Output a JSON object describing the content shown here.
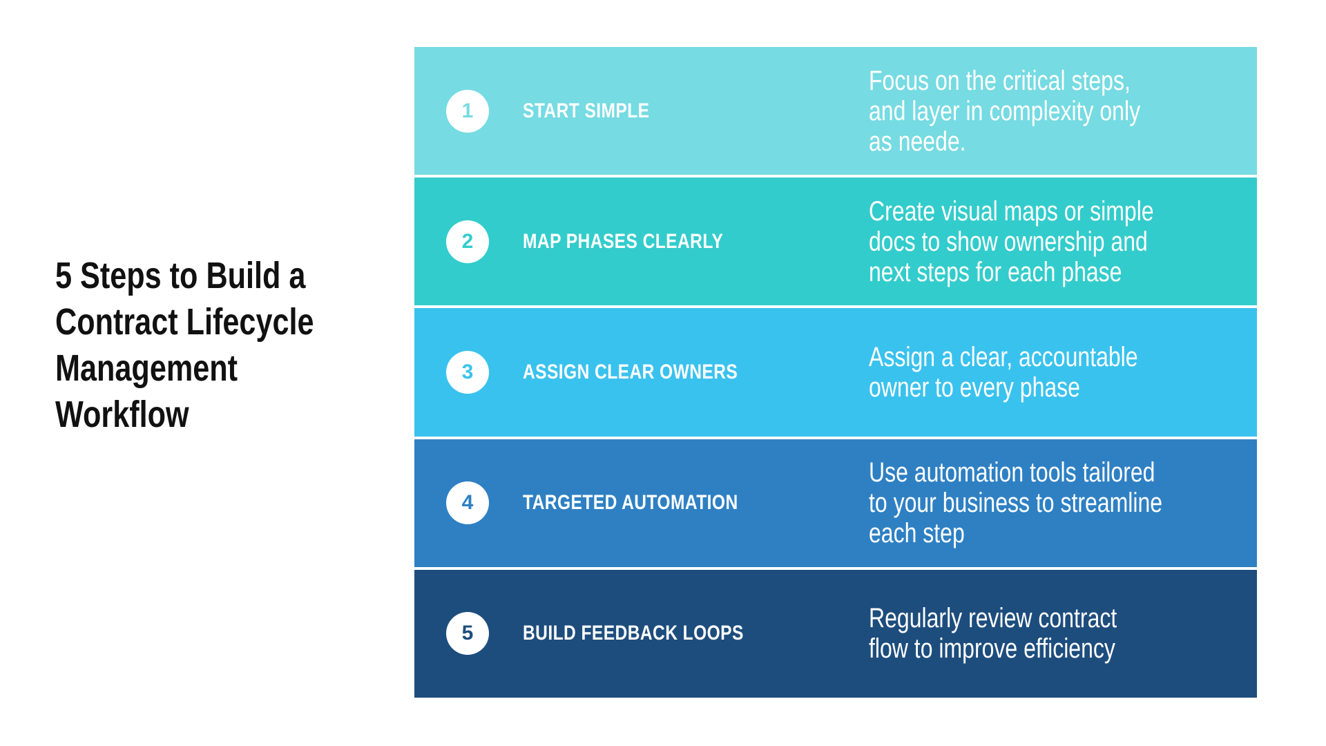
{
  "title": {
    "lines": [
      "5 Steps to Build a",
      "Contract Lifecycle",
      "Management",
      "Workflow"
    ],
    "color": "#111111"
  },
  "text_color": "#FFFFFF",
  "steps": [
    {
      "num": "1",
      "title": "START SIMPLE",
      "color": "#76DBE2",
      "desc": [
        "Focus on the critical steps,",
        "and layer in complexity only",
        "as neede."
      ]
    },
    {
      "num": "2",
      "title": "MAP PHASES CLEARLY",
      "color": "#33CCCC",
      "desc": [
        "Create visual maps or simple",
        "docs to show ownership and",
        "next steps for each phase"
      ]
    },
    {
      "num": "3",
      "title": "ASSIGN CLEAR OWNERS",
      "color": "#3AC2EE",
      "desc": [
        "Assign a clear, accountable",
        "owner to every phase"
      ]
    },
    {
      "num": "4",
      "title": "TARGETED AUTOMATION",
      "color": "#2E80C3",
      "desc": [
        "Use automation tools tailored",
        "to your business to streamline",
        "each step"
      ]
    },
    {
      "num": "5",
      "title": "BUILD FEEDBACK LOOPS",
      "color": "#1D4D7D",
      "desc": [
        "Regularly review contract",
        "flow to improve efficiency"
      ]
    }
  ]
}
